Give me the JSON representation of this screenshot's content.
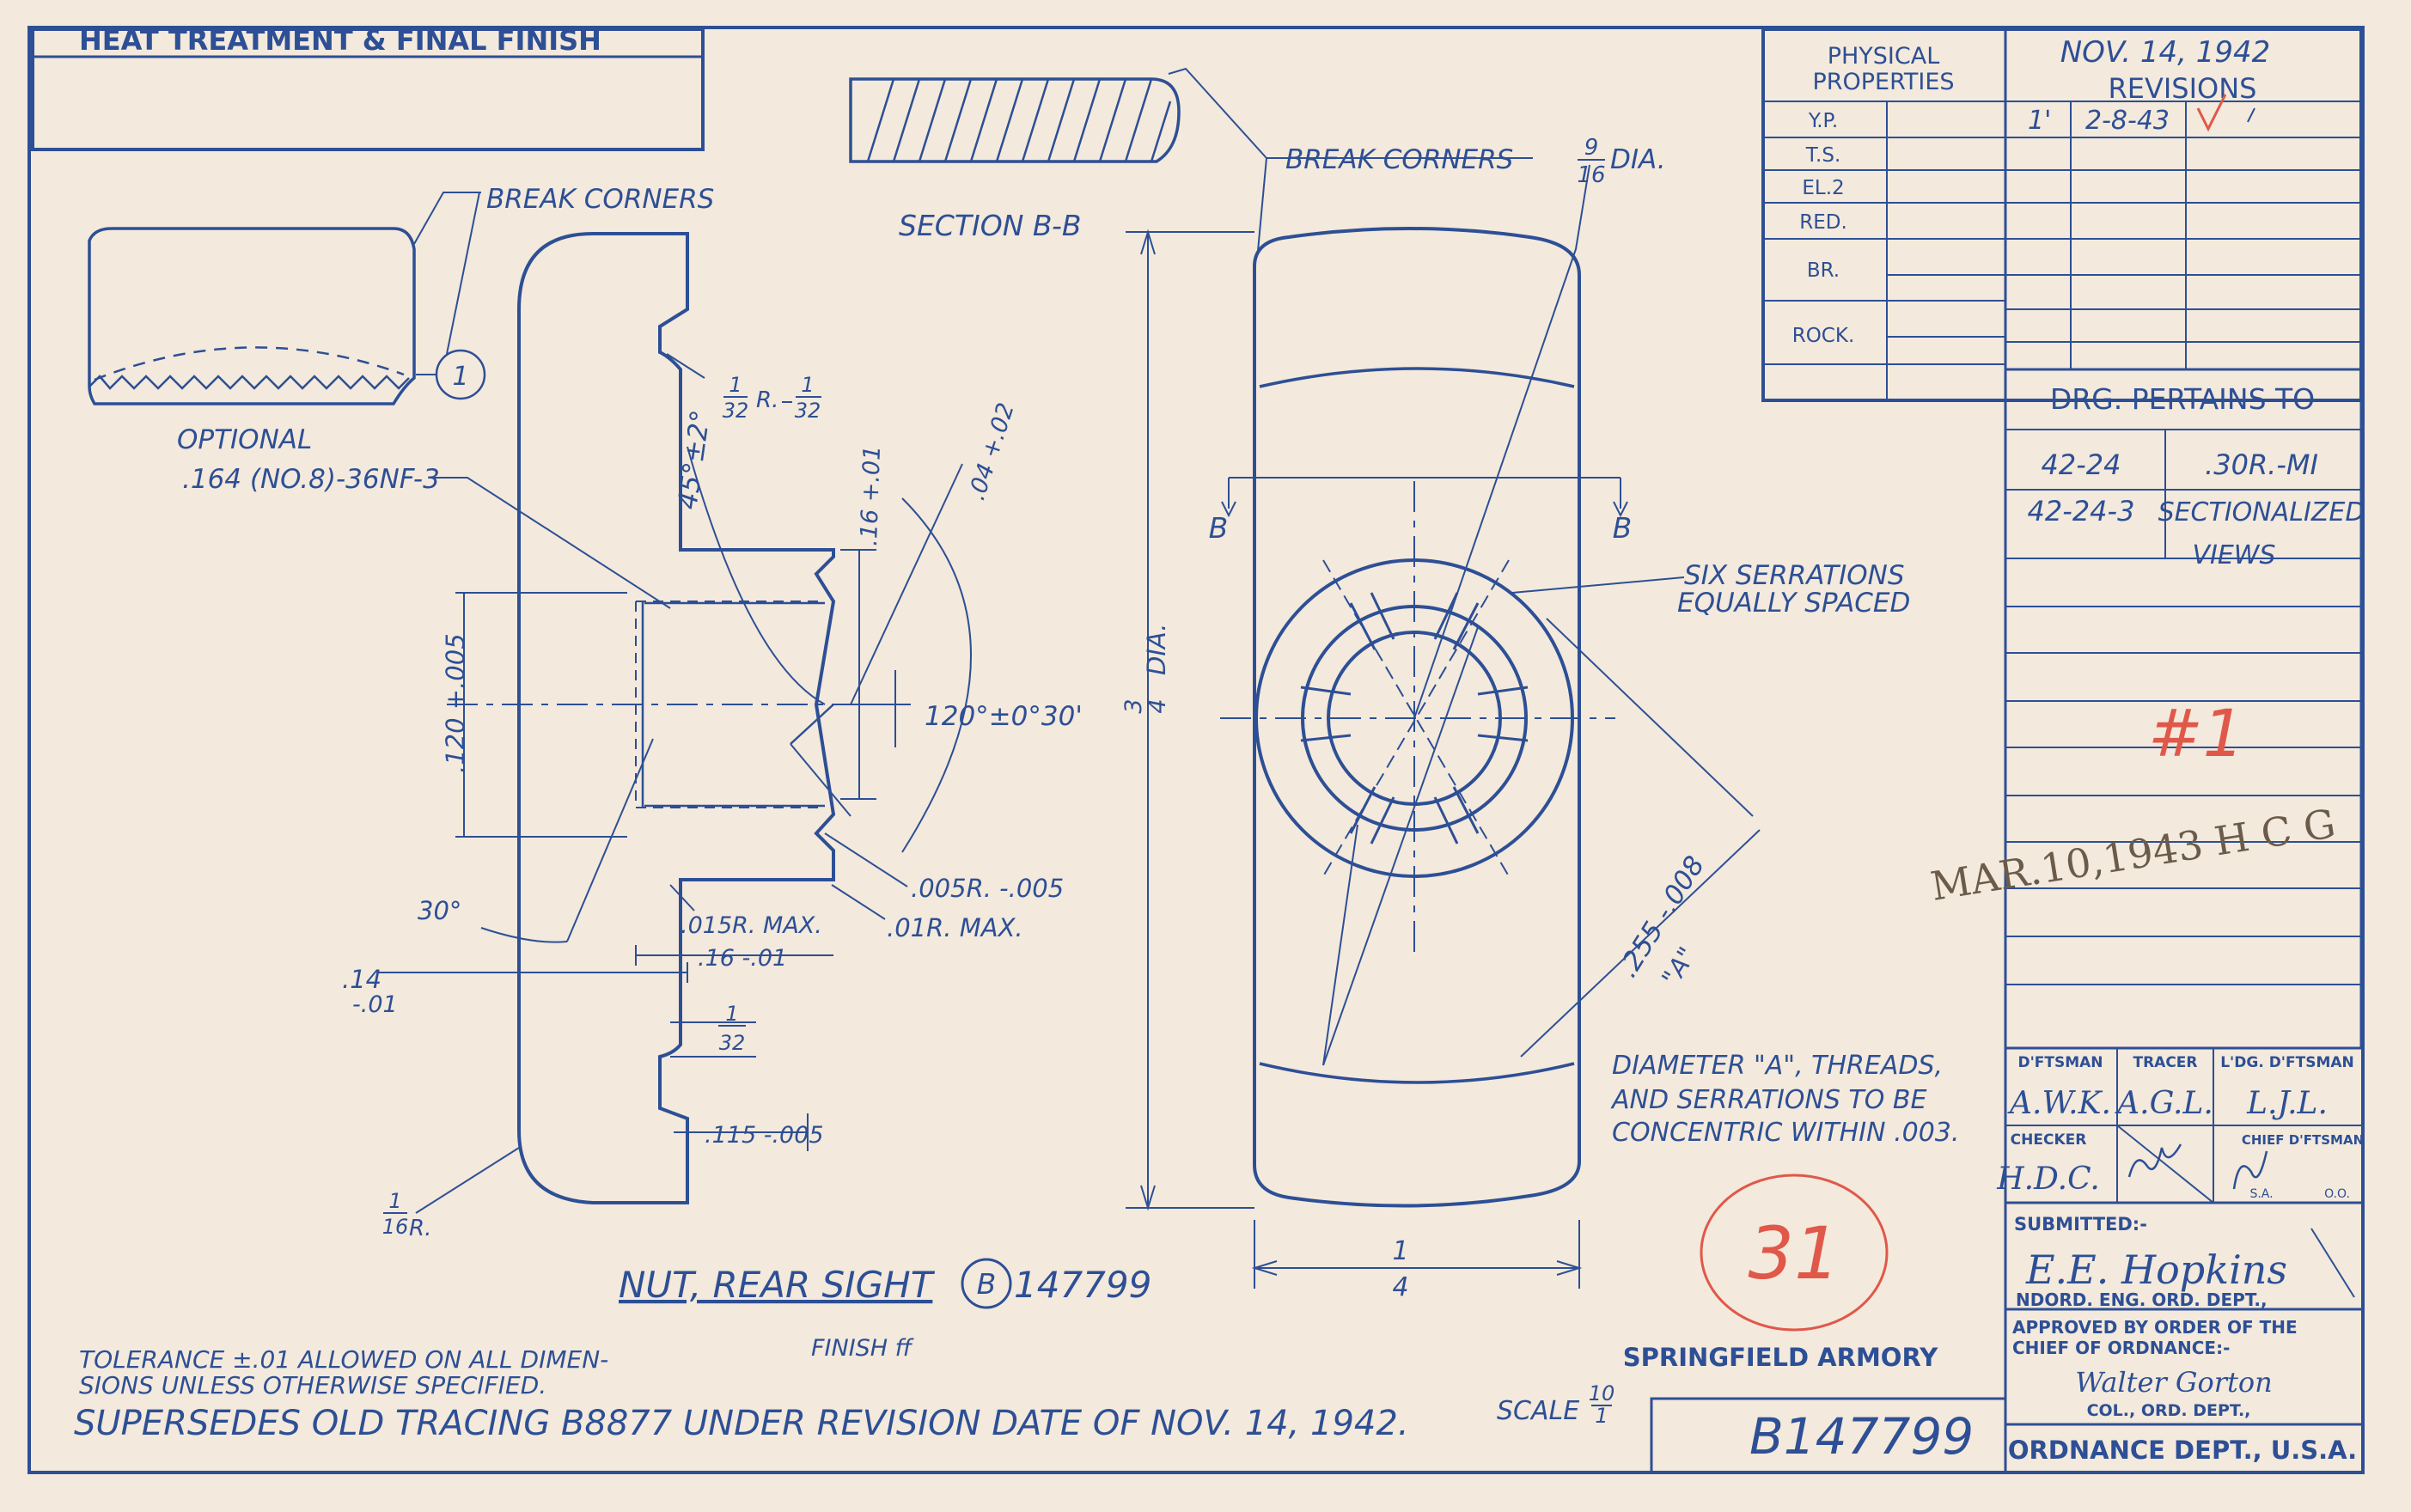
{
  "title_block": {
    "heat_treatment_label": "HEAT TREATMENT & FINAL FINISH",
    "physical_properties_label_1": "PHYSICAL",
    "physical_properties_label_2": "PROPERTIES",
    "properties": [
      "Y.P.",
      "T.S.",
      "EL.2",
      "RED.",
      "BR.",
      "ROCK."
    ],
    "date": "NOV. 14, 1942",
    "revisions_label": "REVISIONS",
    "revision_no": "1'",
    "revision_date": "2-8-43",
    "drg_pertains_label": "DRG. PERTAINS TO",
    "pertains": [
      {
        "code": "42-24",
        "desc": ".30R.-MI"
      },
      {
        "code": "42-24-3",
        "desc": "SECTIONALIZED"
      },
      {
        "code": "",
        "desc": "VIEWS"
      }
    ],
    "red_mark": "#1",
    "stamp": "MAR.10,1943 H C G",
    "dftsman_label": "D'FTSMAN",
    "tracer_label": "TRACER",
    "ldg_dftsman_label": "L'DG. D'FTSMAN",
    "dftsman_initials": "A.W.K.",
    "tracer_initials": "A.G.L.",
    "ldg_initials": "L.J.L.",
    "checker_label": "CHECKER",
    "checker_initials": "H.D.C.",
    "chief_label": "CHIEF D'FTSMAN",
    "sa_label": "S.A.",
    "oo_label": "O.O.",
    "submitted_label": "SUBMITTED:-",
    "submitted_sig": "E.E. Hopkins",
    "submitted_dept": "NDORD. ENG. ORD. DEPT.,",
    "approved_line1": "APPROVED BY ORDER OF THE",
    "approved_line2": "CHIEF OF ORDNANCE:-",
    "approved_sig": "Walter Gorton",
    "approved_dept": "COL., ORD. DEPT.,",
    "ordnance": "ORDNANCE DEPT., U.S.A.",
    "armory": "SPRINGFIELD ARMORY",
    "drawing_number": "B147799",
    "scale_label": "SCALE",
    "scale_num": "10",
    "scale_den": "1",
    "red_circle_number": "31"
  },
  "drawing": {
    "part_name": "NUT, REAR SIGHT",
    "part_letter": "B",
    "part_number": "147799",
    "finish": "FINISH ff",
    "tolerance_1": "TOLERANCE ±.01 ALLOWED ON ALL DIMEN-",
    "tolerance_2": "SIONS UNLESS OTHERWISE SPECIFIED.",
    "supersedes": "SUPERSEDES OLD TRACING B8877 UNDER REVISION DATE OF NOV. 14, 1942.",
    "section_label": "SECTION B-B",
    "break_corners_1": "BREAK CORNERS",
    "break_corners_2": "BREAK CORNERS",
    "optional": "OPTIONAL",
    "circle_one": "1",
    "thread_spec": ".164 (NO.8)-36NF-3",
    "angle_45": "45°±2°",
    "r_32_num": "1",
    "r_32_den": "32",
    "r_32_tol_num": "1",
    "r_32_tol_den": "32",
    "r_32_r": "R.",
    "dim_16": ".16 +.01",
    "dim_04": ".04 +.02",
    "dim_120_angle": "120°±0°30'",
    "dim_120_dia": ".120 +.005",
    "dim_005r": ".005R. -.005",
    "dim_015r": ".015R. MAX.",
    "dim_01r": ".01R. MAX.",
    "dim_30": "30°",
    "dim_14": ".14",
    "dim_14_tol": "-.01",
    "dim_16b": ".16 -.01",
    "dim_1_32_num": "1",
    "dim_1_32_den": "32",
    "dim_115": ".115 -.005",
    "dim_16r_num": "1",
    "dim_16r_den": "16",
    "dim_16r_r": "R.",
    "dia_9_num": "9",
    "dia_9_den": "16",
    "dia_label": "DIA.",
    "dia_3_num": "3",
    "dia_3_den": "4",
    "b_left": "B",
    "b_right": "B",
    "serrations_1": "SIX SERRATIONS",
    "serrations_2": "EQUALLY SPACED",
    "dim_255": ".255 -.008",
    "dim_a": "\"A\"",
    "concentric_1": "DIAMETER \"A\", THREADS,",
    "concentric_2": "AND SERRATIONS TO BE",
    "concentric_3": "CONCENTRIC WITHIN .003.",
    "width_num": "1",
    "width_den": "4"
  }
}
